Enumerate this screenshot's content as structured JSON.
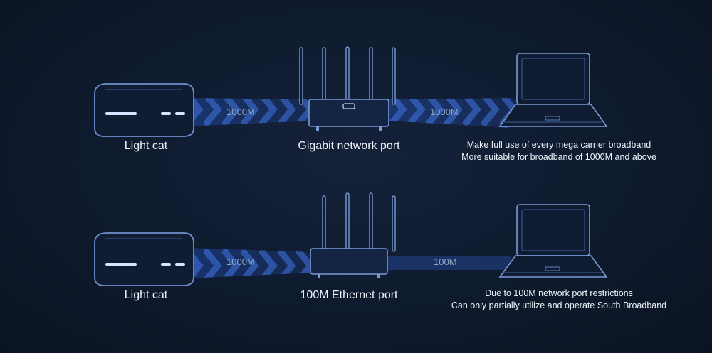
{
  "rows": [
    {
      "source_label": "Light cat",
      "router_label": "Gigabit network port",
      "link_in_speed": "1000M",
      "link_out_speed": "1000M",
      "description": [
        "Make full use of every mega carrier broadband",
        "More suitable for broadband of 1000M and above"
      ]
    },
    {
      "source_label": "Light cat",
      "router_label": "100M Ethernet port",
      "link_in_speed": "1000M",
      "link_out_speed": "100M",
      "description": [
        "Due to 100M network port restrictions",
        "Can only partially utilize and operate South Broadband"
      ]
    }
  ],
  "colors": {
    "line": "#4a73c9",
    "fill": "#1d3a78",
    "glow": "#3f72e0"
  }
}
